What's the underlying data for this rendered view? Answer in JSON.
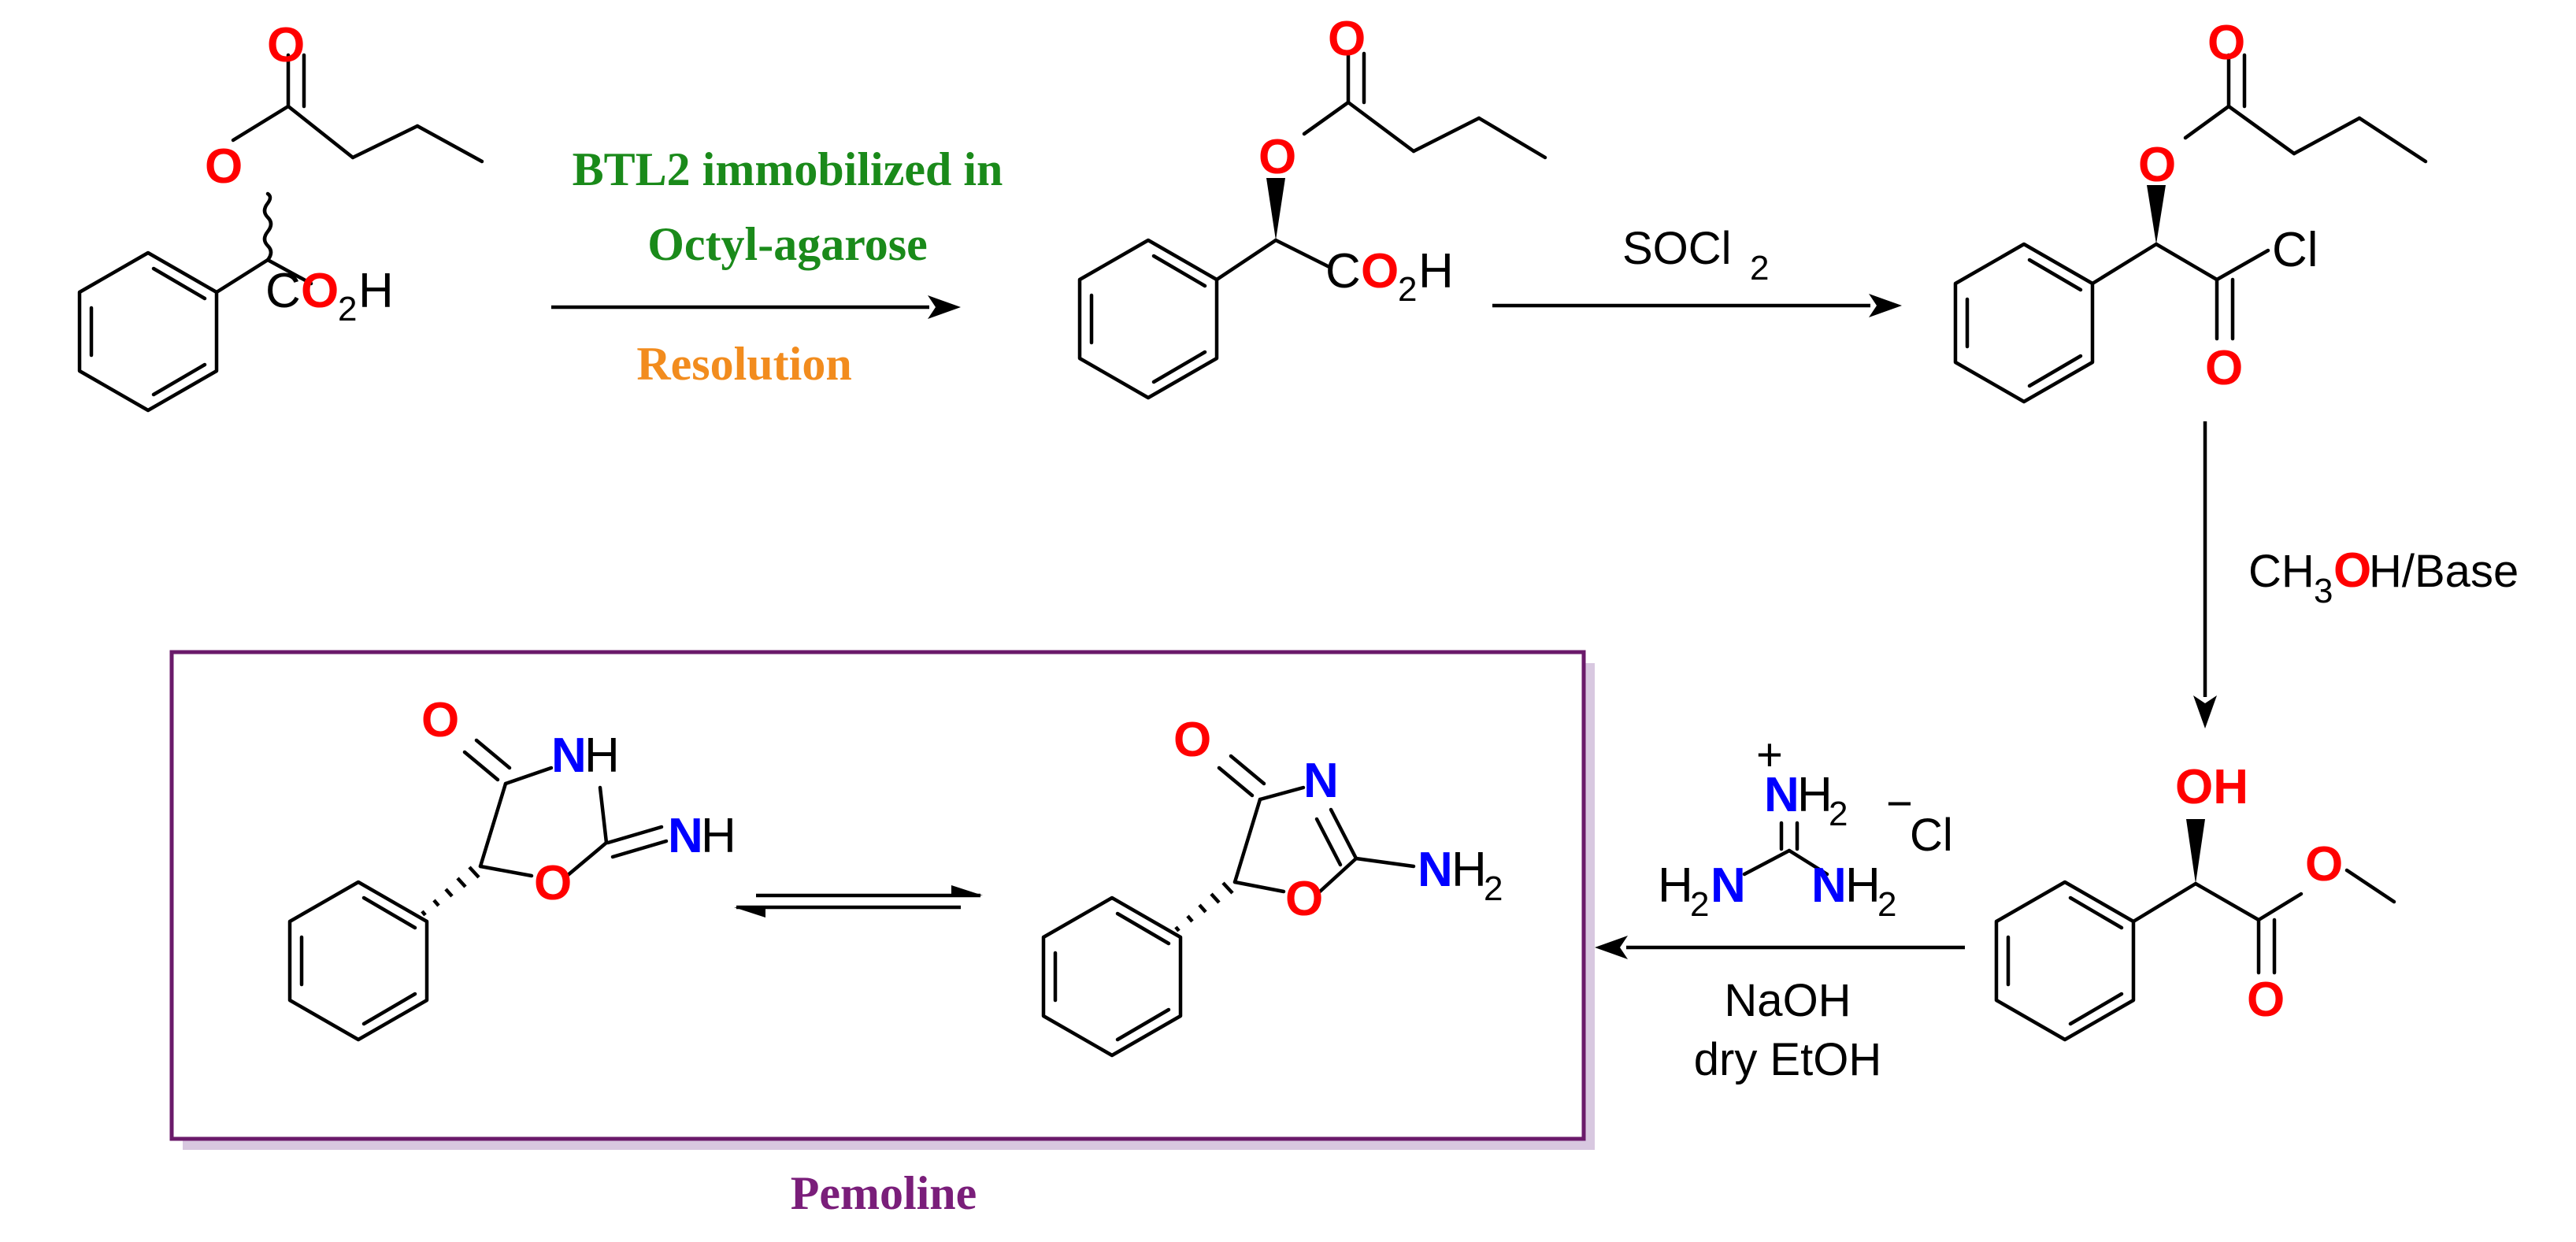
{
  "colors": {
    "oxygen": "#ff0000",
    "nitrogen": "#0000ff",
    "enzyme": "#1a8a1a",
    "process": "#f28c1e",
    "product": "#7a1e7a",
    "frame": "#6a1a6a",
    "frame_shadow": "#d8c8e0"
  },
  "step1": {
    "enzyme_line1": "BTL2 immobilized in",
    "enzyme_line2": "Octyl-agarose",
    "process": "Resolution"
  },
  "step2": {
    "reagent": "SOCl",
    "reagent_sub": "2"
  },
  "step3": {
    "reagent_pre": "CH",
    "reagent_sub": "3",
    "reagent_o": "O",
    "reagent_post": "H/Base"
  },
  "step4": {
    "guanidinium_plus": "+",
    "guanidinium_minus": "−",
    "counter_ion": "Cl",
    "base": "NaOH",
    "solvent": "dry EtOH"
  },
  "atoms": {
    "o": "O",
    "oh": "OH",
    "n": "N",
    "h": "H",
    "h2": "H",
    "nh": "NH",
    "c": "C",
    "cl": "Cl",
    "two": "2"
  },
  "product_label": "Pemoline"
}
